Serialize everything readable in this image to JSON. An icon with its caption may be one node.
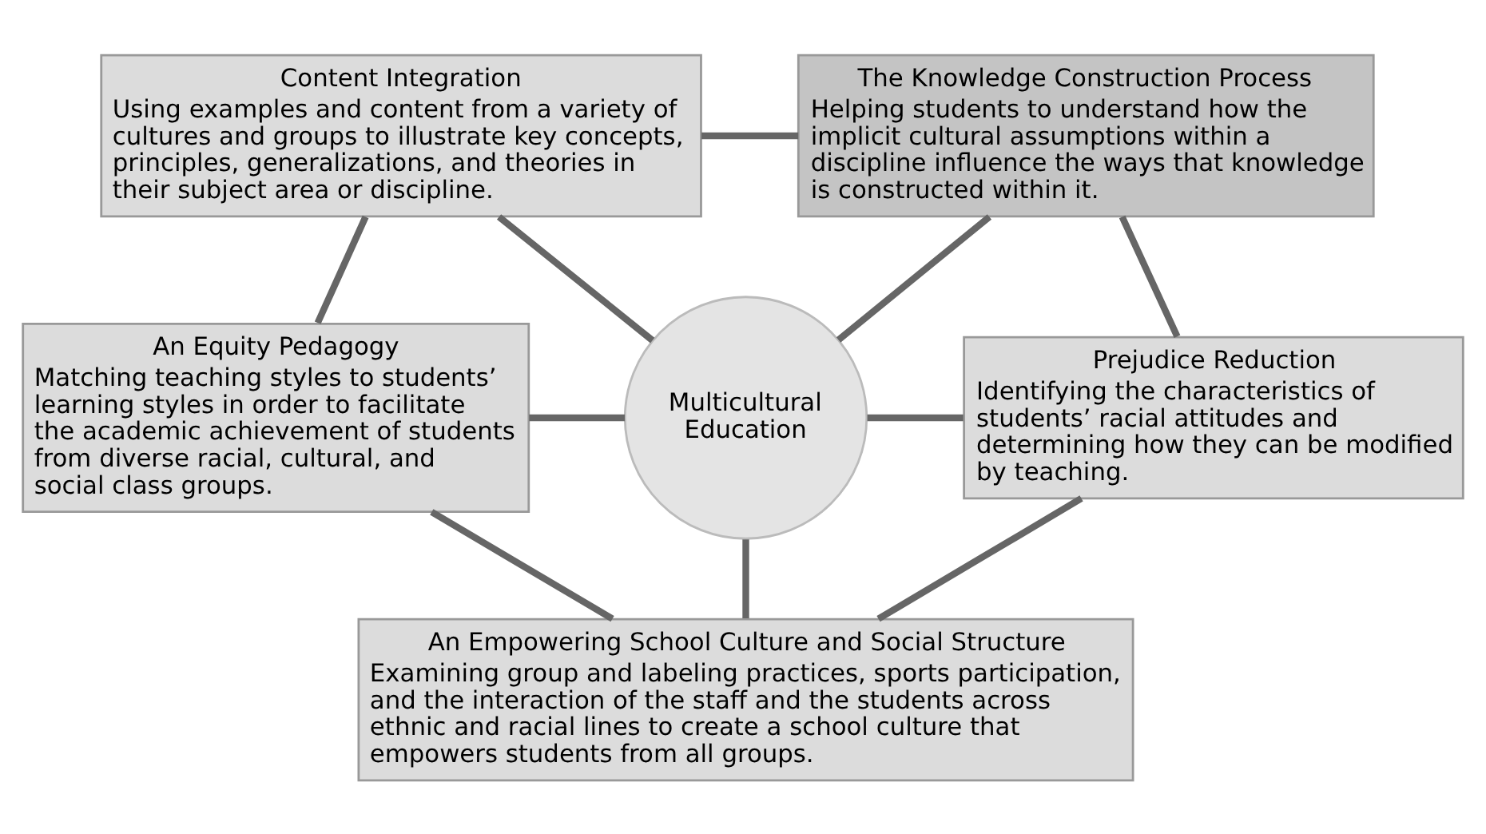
{
  "diagram": {
    "nodes": [
      {
        "text": [
          "Content Integration",
          "Using examples and content from a variety of cultures and groups to illustrate key concepts, principles, generalizations, and theories in their subject area or discipline."
        ]
      },
      {
        "text": [
          "The Knowledge Construction Process",
          "Helping students to understand how the implicit cultural assumptions within a discipline influence the ways that knowledge is constructed within it."
        ]
      },
      {
        "text": [
          "An Equity Pedagogy",
          "Matching teaching styles to students’ learning styles in order to facilitate the academic achievement of students from diverse racial, cultural, and social class groups."
        ]
      },
      {
        "text": [
          "Multicultural Education"
        ]
      },
      {
        "text": [
          "Prejudice Reduction",
          "Identifying the characteristics of students’ racial attitudes and determining how they can be modified by teaching."
        ]
      },
      {
        "text": [
          "An Empowering School Culture and Social Structure",
          "Examining group and labeling practices, sports participation, and the interaction of the staff and the students across ethnic and racial lines to create a school culture that empowers students from all groups."
        ]
      }
    ],
    "edges": [
      {
        "from": 0,
        "to": 1,
        "arrow": "none"
      },
      {
        "from": 0,
        "to": 2,
        "arrow": "none"
      },
      {
        "from": 1,
        "to": 4,
        "arrow": "none"
      },
      {
        "from": 0,
        "to": 3,
        "arrow": "none"
      },
      {
        "from": 1,
        "to": 3,
        "arrow": "none"
      },
      {
        "from": 2,
        "to": 3,
        "arrow": "none"
      },
      {
        "from": 3,
        "to": 4,
        "arrow": "none"
      },
      {
        "from": 3,
        "to": 5,
        "arrow": "none"
      },
      {
        "from": 2,
        "to": 5,
        "arrow": "none"
      },
      {
        "from": 4,
        "to": 5,
        "arrow": "none"
      }
    ]
  }
}
